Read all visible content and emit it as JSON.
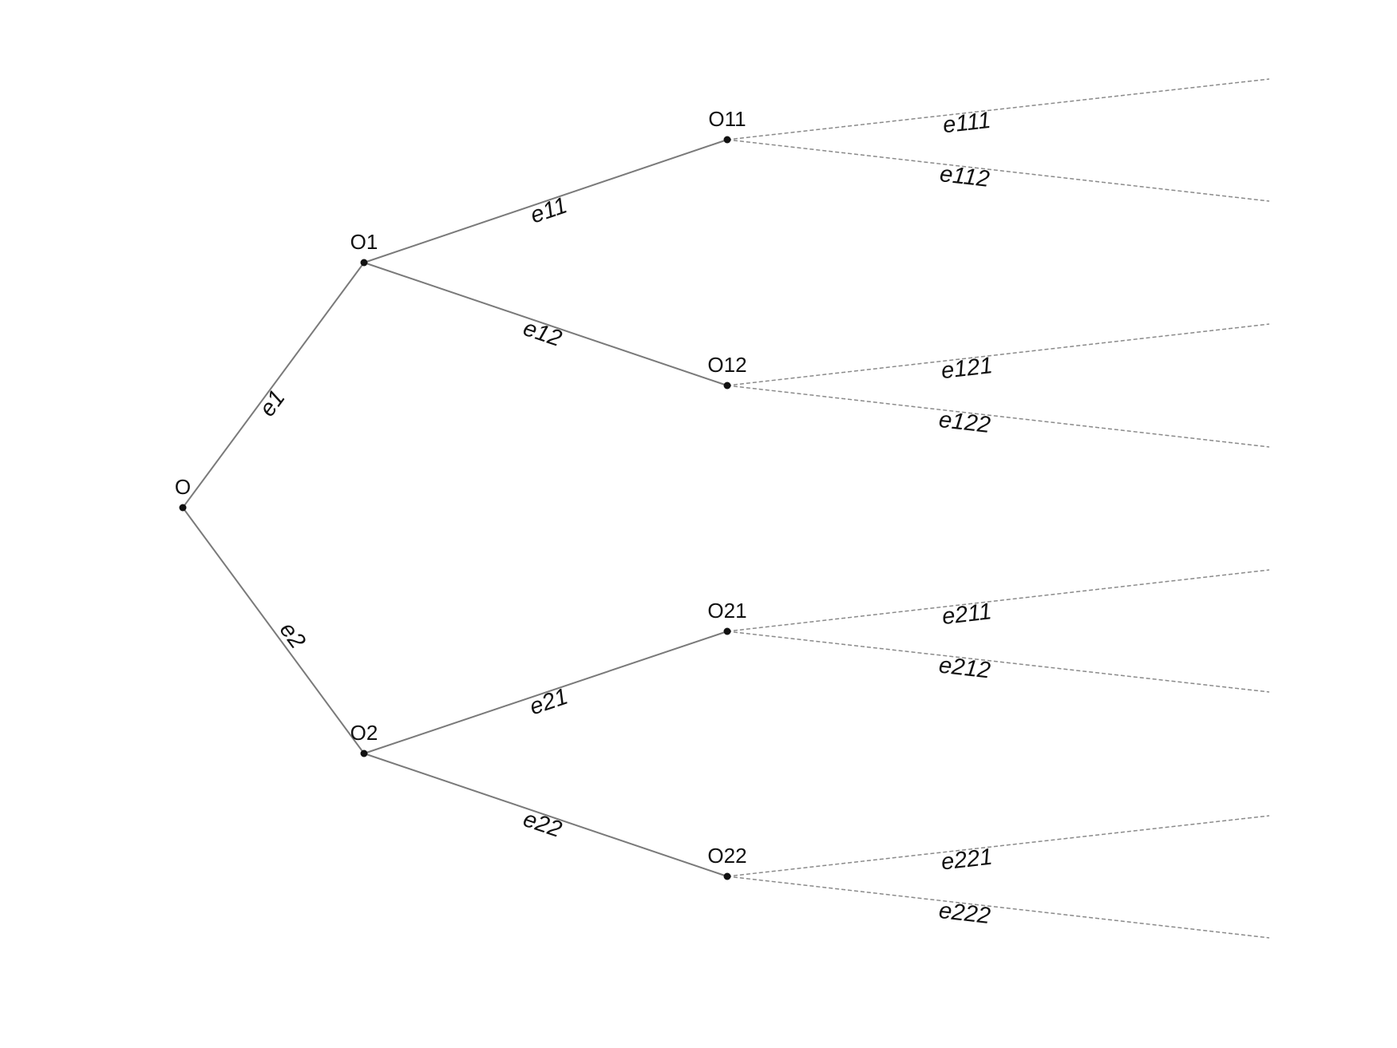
{
  "nodes": [
    {
      "id": "O",
      "label": "O"
    },
    {
      "id": "O1",
      "label": "O1"
    },
    {
      "id": "O2",
      "label": "O2"
    },
    {
      "id": "O11",
      "label": "O11"
    },
    {
      "id": "O12",
      "label": "O12"
    },
    {
      "id": "O21",
      "label": "O21"
    },
    {
      "id": "O22",
      "label": "O22"
    }
  ],
  "edges": [
    {
      "from": "O",
      "to": "O1",
      "label": "e1",
      "style": "solid"
    },
    {
      "from": "O",
      "to": "O2",
      "label": "e2",
      "style": "solid"
    },
    {
      "from": "O1",
      "to": "O11",
      "label": "e11",
      "style": "solid"
    },
    {
      "from": "O1",
      "to": "O12",
      "label": "e12",
      "style": "solid"
    },
    {
      "from": "O2",
      "to": "O21",
      "label": "e21",
      "style": "solid"
    },
    {
      "from": "O2",
      "to": "O22",
      "label": "e22",
      "style": "solid"
    },
    {
      "from": "O11",
      "to": "L111",
      "label": "e111",
      "style": "dashed"
    },
    {
      "from": "O11",
      "to": "L112",
      "label": "e112",
      "style": "dashed"
    },
    {
      "from": "O12",
      "to": "L121",
      "label": "e121",
      "style": "dashed"
    },
    {
      "from": "O12",
      "to": "L122",
      "label": "e122",
      "style": "dashed"
    },
    {
      "from": "O21",
      "to": "L211",
      "label": "e211",
      "style": "dashed"
    },
    {
      "from": "O21",
      "to": "L212",
      "label": "e212",
      "style": "dashed"
    },
    {
      "from": "O22",
      "to": "L221",
      "label": "e221",
      "style": "dashed"
    },
    {
      "from": "O22",
      "to": "L222",
      "label": "e222",
      "style": "dashed"
    }
  ],
  "colors": {
    "solid_edge": "#7a7a7a",
    "dashed_edge": "#8a8a8a",
    "node": "#111111",
    "text": "#111111",
    "background": "#ffffff"
  }
}
